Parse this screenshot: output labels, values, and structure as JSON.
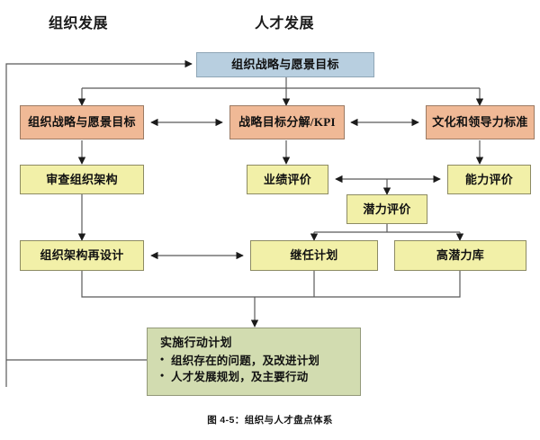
{
  "figure": {
    "caption": "图 4-5：组织与人才盘点体系",
    "columns": [
      {
        "id": "org-development",
        "label": "组织发展"
      },
      {
        "id": "talent-development",
        "label": "人才发展"
      }
    ],
    "palette": {
      "blue_fill": "#b8cfe0",
      "blue_stroke": "#8fa6b6",
      "orange_fill": "#f0b996",
      "orange_stroke": "#9b7a63",
      "yellow_fill": "#f2f0a8",
      "yellow_stroke": "#8d8b63",
      "green_fill": "#d2dcb0",
      "green_stroke": "#93997a",
      "connector": "#595959",
      "text": "#111111"
    }
  },
  "nodes": {
    "strategy_vision_top": "组织战略与愿景目标",
    "strategy_vision_left": "组织战略与愿景目标",
    "kpi_breakdown": "战略目标分解/KPI",
    "culture_leadership": "文化和领导力标准",
    "review_org_structure": "审查组织架构",
    "performance_review": "业绩评价",
    "capability_review": "能力评价",
    "potential_review": "潜力评价",
    "org_redesign": "组织架构再设计",
    "succession_plan": "继任计划",
    "high_potential_pool": "高潜力库",
    "action_plan_title": "实施行动计划",
    "action_plan_items": [
      "组织存在的问题，及改进计划",
      "人才发展规划，及主要行动"
    ]
  }
}
